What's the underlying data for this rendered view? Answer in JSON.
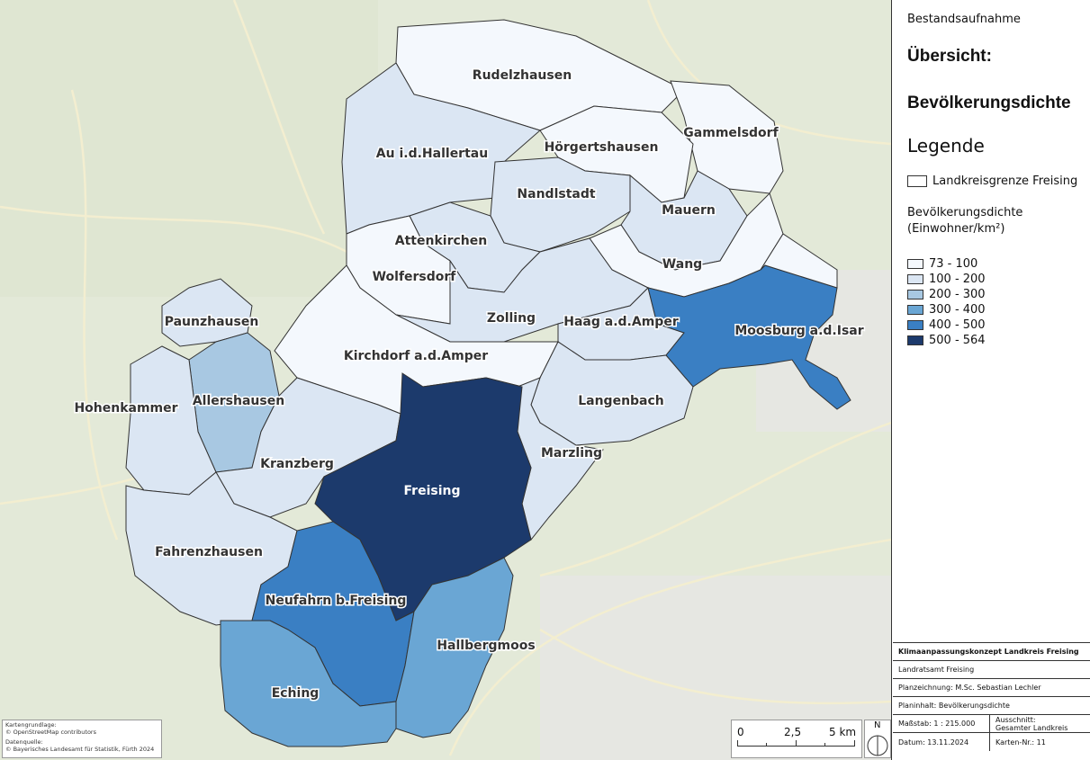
{
  "map": {
    "municipalities": [
      {
        "name": "Rudelzhausen",
        "density_class": "73 - 100"
      },
      {
        "name": "Au i.d.Hallertau",
        "density_class": "100 - 200"
      },
      {
        "name": "Hörgertshausen",
        "density_class": "73 - 100"
      },
      {
        "name": "Gammelsdorf",
        "density_class": "73 - 100"
      },
      {
        "name": "Nandlstadt",
        "density_class": "100 - 200"
      },
      {
        "name": "Mauern",
        "density_class": "100 - 200"
      },
      {
        "name": "Attenkirchen",
        "density_class": "100 - 200"
      },
      {
        "name": "Wang",
        "density_class": "73 - 100"
      },
      {
        "name": "Wolfersdorf",
        "density_class": "73 - 100"
      },
      {
        "name": "Zolling",
        "density_class": "100 - 200"
      },
      {
        "name": "Haag a.d.Amper",
        "density_class": "100 - 200"
      },
      {
        "name": "Moosburg a.d.Isar",
        "density_class": "400 - 500"
      },
      {
        "name": "Paunzhausen",
        "density_class": "100 - 200"
      },
      {
        "name": "Kirchdorf a.d.Amper",
        "density_class": "73 - 100"
      },
      {
        "name": "Allershausen",
        "density_class": "200 - 300"
      },
      {
        "name": "Hohenkammer",
        "density_class": "100 - 200"
      },
      {
        "name": "Langenbach",
        "density_class": "100 - 200"
      },
      {
        "name": "Marzling",
        "density_class": "100 - 200"
      },
      {
        "name": "Kranzberg",
        "density_class": "100 - 200"
      },
      {
        "name": "Freising",
        "density_class": "500 - 564"
      },
      {
        "name": "Fahrenzhausen",
        "density_class": "100 - 200"
      },
      {
        "name": "Neufahrn b.Freising",
        "density_class": "400 - 500"
      },
      {
        "name": "Hallbergmoos",
        "density_class": "300 - 400"
      },
      {
        "name": "Eching",
        "density_class": "300 - 400"
      }
    ],
    "colors": {
      "73 - 100": "#f4f8fd",
      "100 - 200": "#dbe6f3",
      "200 - 300": "#a8c8e2",
      "300 - 400": "#6aa6d4",
      "400 - 500": "#3a7fc3",
      "500 - 564": "#1c3a6c"
    },
    "source_lines": [
      "Kartengrundlage:",
      "© OpenStreetMap contributors",
      "Datenquelle:",
      "© Bayerisches Landesamt für Statistik, Fürth 2024"
    ],
    "scalebar": {
      "labels": [
        "0",
        "2,5",
        "5 km"
      ]
    },
    "north_label": "N"
  },
  "sidebar": {
    "heading_small": "Bestandsaufnahme",
    "heading_1": "Übersicht:",
    "heading_2": "Bevölkerungsdichte",
    "legend_title": "Legende",
    "boundary_label": "Landkreisgrenze Freising",
    "density_title_1": "Bevölkerungsdichte",
    "density_title_2": "(Einwohner/km²)",
    "classes": [
      "73 - 100",
      "100 - 200",
      "200 - 300",
      "300 - 400",
      "400 - 500",
      "500 - 564"
    ]
  },
  "info_table": {
    "project": "Klimaanpassungskonzept Landkreis Freising",
    "office": "Landratsamt Freising",
    "drawing": "Planzeichnung: M.Sc. Sebastian Lechler",
    "content": "Planinhalt: Bevölkerungsdichte",
    "scale": "Maßstab: 1 : 215.000",
    "extent_1": "Ausschnitt:",
    "extent_2": "Gesamter Landkreis",
    "date": "Datum: 13.11.2024",
    "map_no": "Karten-Nr.: 11"
  }
}
